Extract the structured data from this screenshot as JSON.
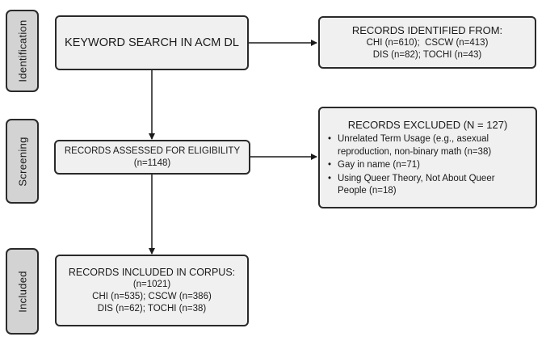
{
  "stages": {
    "identification": "Identification",
    "screening": "Screening",
    "included": "Included"
  },
  "keyword_search": "KEYWORD SEARCH IN ACM DL",
  "identified": {
    "title": "RECORDS IDENTIFIED FROM:",
    "line1": "CHI (n=610);  CSCW (n=413)",
    "line2": "DIS (n=82); TOCHI (n=43)"
  },
  "assessed": {
    "title": "RECORDS ASSESSED FOR ELIGIBILITY",
    "count": "(n=1148)"
  },
  "excluded": {
    "title": "RECORDS EXCLUDED (N = 127)",
    "items": [
      {
        "line1": "Unrelated Term Usage (e.g., asexual",
        "line2": "reproduction, non-binary math (n=38)"
      },
      {
        "line1": "Gay in name (n=71)",
        "line2": ""
      },
      {
        "line1": "Using Queer Theory, Not About Queer",
        "line2": "People (n=18)"
      }
    ]
  },
  "included_box": {
    "title": "RECORDS INCLUDED IN CORPUS:",
    "count": "(n=1021)",
    "line1": "CHI (n=535); CSCW (n=386)",
    "line2": "DIS (n=62); TOCHI (n=38)"
  },
  "colors": {
    "box_fill": "#f0f0f0",
    "stage_fill": "#d3d3d3",
    "border": "#2a2a2a"
  }
}
